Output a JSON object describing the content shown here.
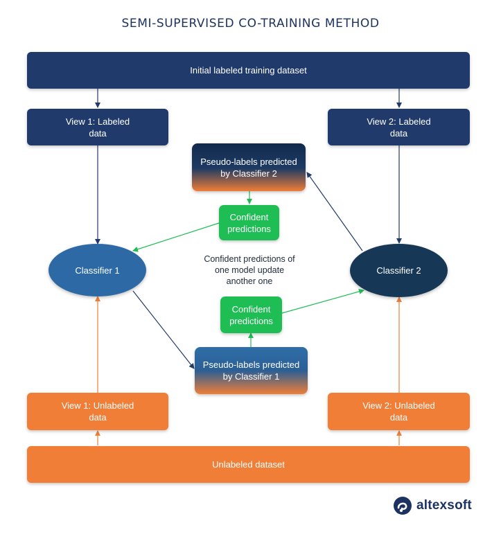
{
  "title": "SEMI-SUPERVISED CO-TRAINING METHOD",
  "nodes": {
    "initial": "Initial labeled training dataset",
    "view1_labeled": "View 1: Labeled\ndata",
    "view2_labeled": "View 2: Labeled\ndata",
    "pseudo_by_c2": "Pseudo-labels predicted\nby Classifier 2",
    "confident_top": "Confident\npredictions",
    "classifier1": "Classifier 1",
    "classifier2": "Classifier 2",
    "confident_bottom": "Confident\npredictions",
    "pseudo_by_c1": "Pseudo-labels predicted\nby Classifier 1",
    "view1_unlabeled": "View 1: Unlabeled\ndata",
    "view2_unlabeled": "View 2: Unlabeled\ndata",
    "unlabeled": "Unlabeled dataset"
  },
  "caption": "Confident predictions of\none model update\nanother one",
  "brand": {
    "name": "altexsoft",
    "icon": "altexsoft-logo-icon"
  },
  "colors": {
    "navy": "#1f3a6b",
    "orange": "#f07e37",
    "green": "#1fbe55",
    "classifier1": "#2d6aa5",
    "classifier2": "#163756",
    "title": "#1c3260"
  }
}
